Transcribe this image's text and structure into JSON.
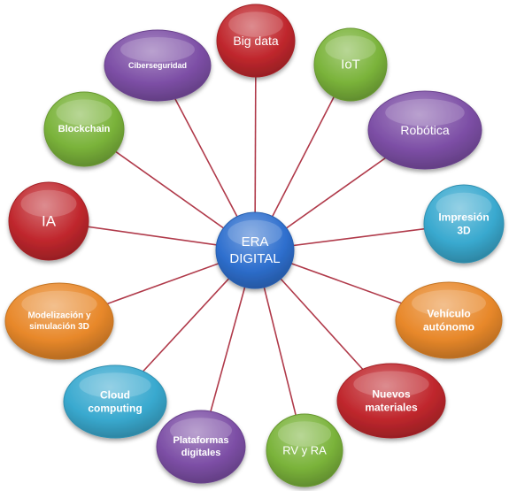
{
  "center": {
    "label_lines": [
      "ERA",
      "DIGITAL"
    ],
    "color": "#2e6fce"
  },
  "nodes": [
    {
      "id": "big-data",
      "label_lines": [
        "Big data"
      ],
      "color": "#c0272d"
    },
    {
      "id": "iot",
      "label_lines": [
        "IoT"
      ],
      "color": "#7ab33a"
    },
    {
      "id": "robotica",
      "label_lines": [
        "Robótica"
      ],
      "color": "#7d4fa6"
    },
    {
      "id": "impresion-3d",
      "label_lines": [
        "Impresión",
        "3D"
      ],
      "color": "#39a9cf"
    },
    {
      "id": "vehiculo-autonomo",
      "label_lines": [
        "Vehículo",
        "autónomo"
      ],
      "color": "#e8882a"
    },
    {
      "id": "nuevos-materiales",
      "label_lines": [
        "Nuevos",
        "materiales"
      ],
      "color": "#c0272d"
    },
    {
      "id": "rv-y-ra",
      "label_lines": [
        "RV y RA"
      ],
      "color": "#7ab33a"
    },
    {
      "id": "plataformas-digitales",
      "label_lines": [
        "Plataformas",
        "digitales"
      ],
      "color": "#7d4fa6"
    },
    {
      "id": "cloud-computing",
      "label_lines": [
        "Cloud",
        "computing"
      ],
      "color": "#39a9cf"
    },
    {
      "id": "modelizacion-3d",
      "label_lines": [
        "Modelización y",
        "simulación 3D"
      ],
      "color": "#e8882a"
    },
    {
      "id": "ia",
      "label_lines": [
        "IA"
      ],
      "color": "#c0272d"
    },
    {
      "id": "blockchain",
      "label_lines": [
        "Blockchain"
      ],
      "color": "#7ab33a"
    },
    {
      "id": "ciberseguridad",
      "label_lines": [
        "Ciberseguridad"
      ],
      "color": "#7d4fa6"
    }
  ],
  "connector_color": "#b03a4a"
}
